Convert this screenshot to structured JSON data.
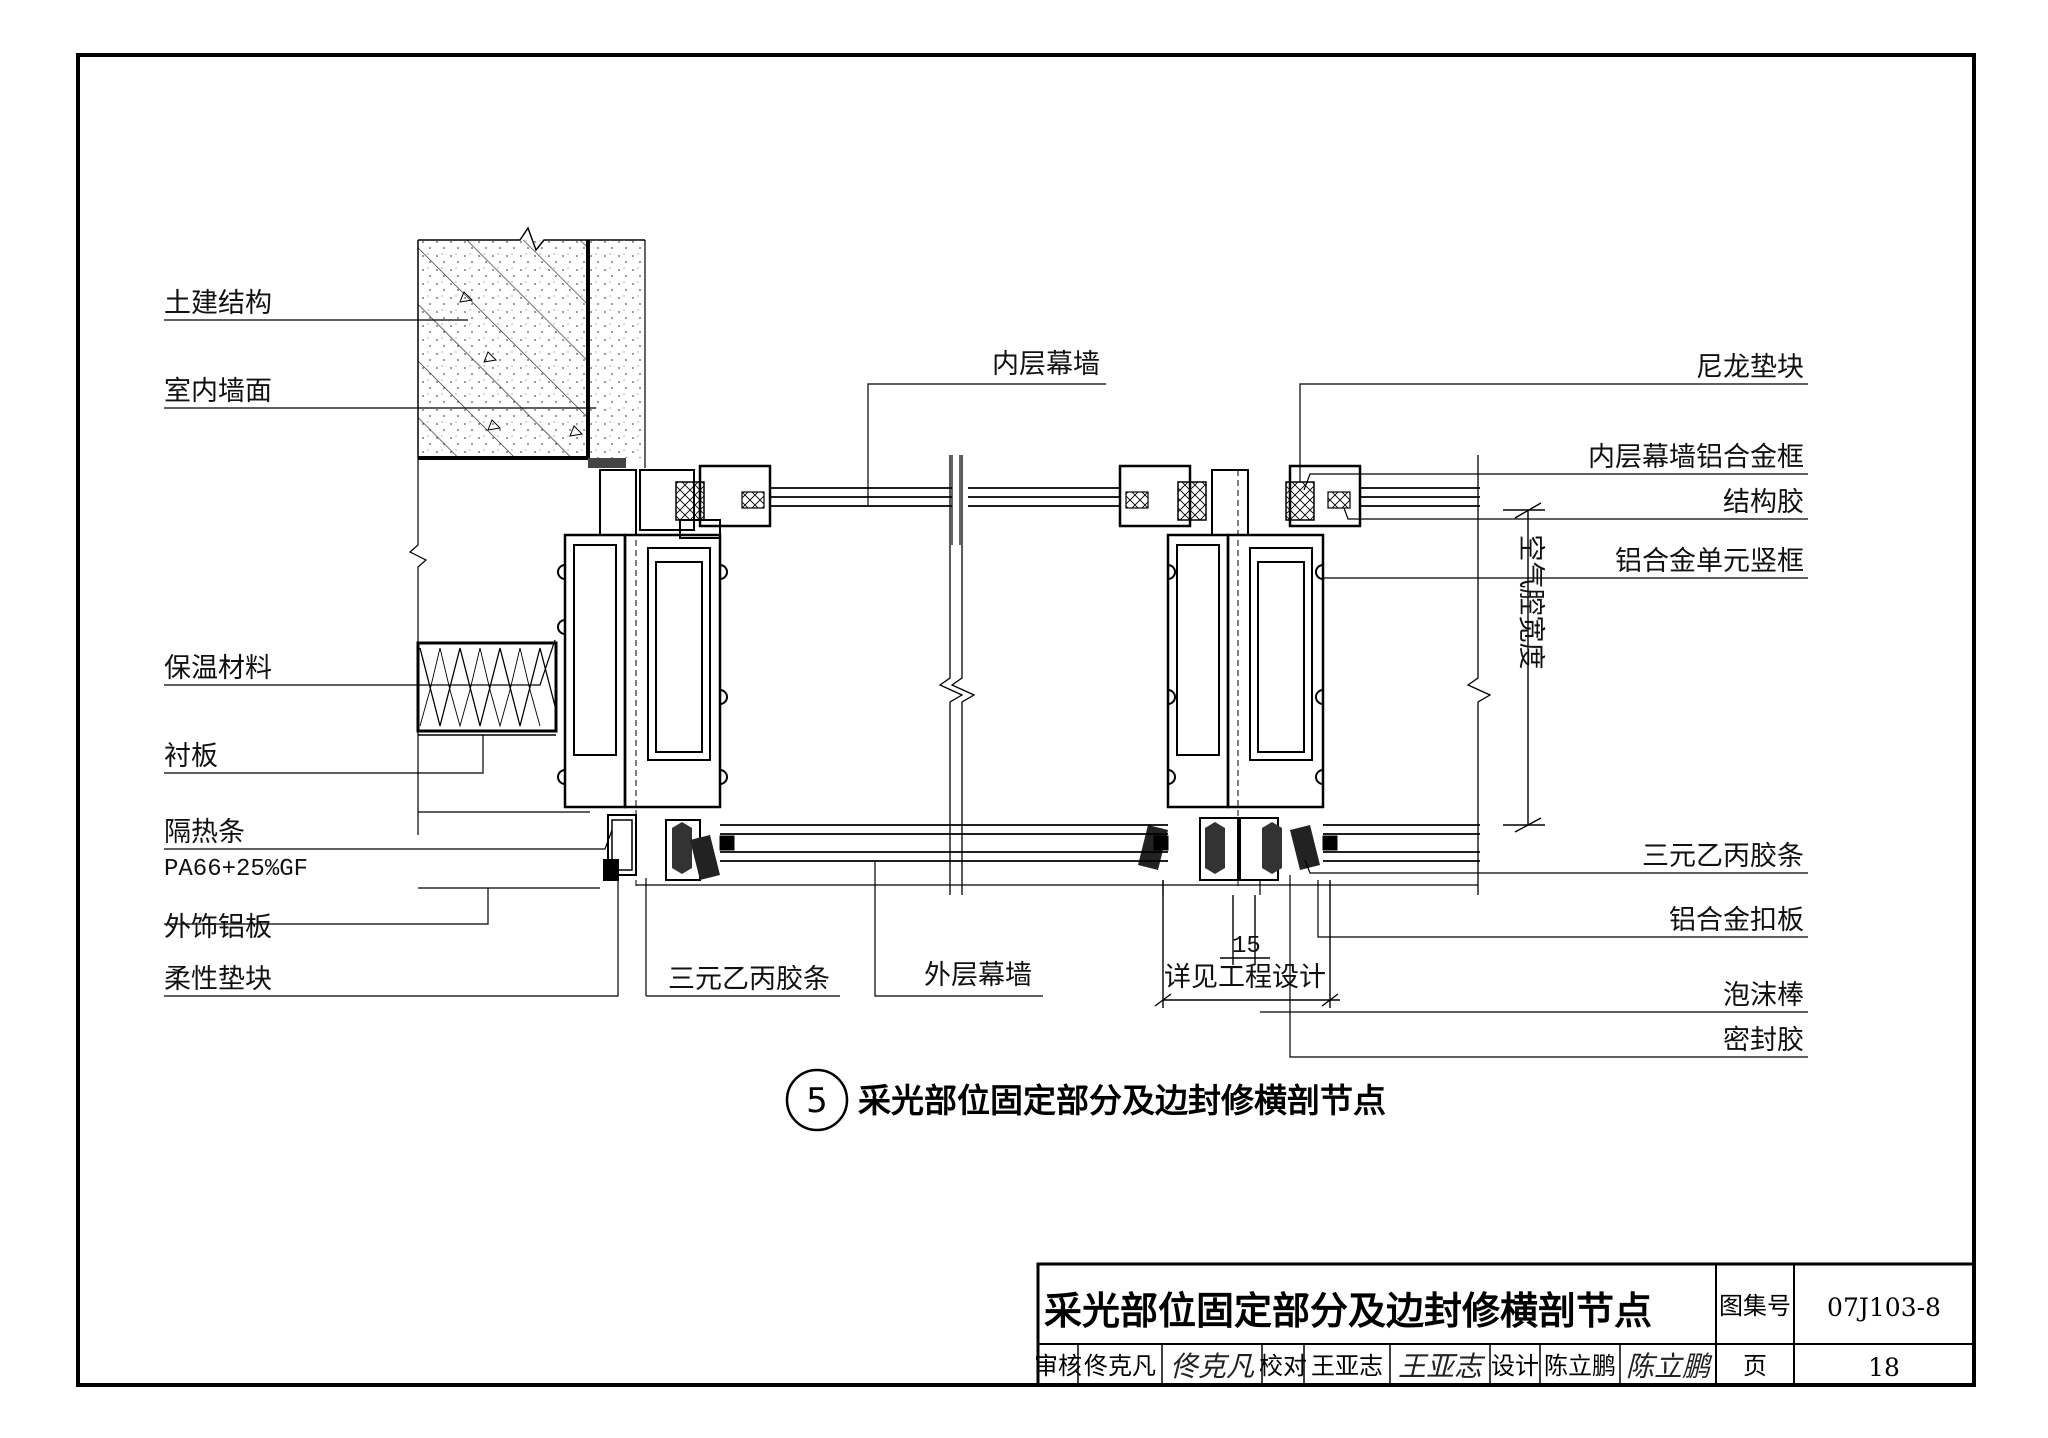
{
  "drawing": {
    "title_number": "5",
    "title": "采光部位固定部分及边封修横剖节点",
    "labels_left": [
      "土建结构",
      "室内墙面",
      "保温材料",
      "衬板",
      "隔热条",
      "PA66+25%GF",
      "外饰铝板",
      "柔性垫块"
    ],
    "labels_bottom": [
      "三元乙丙胶条",
      "外层幕墙",
      "详见工程设计"
    ],
    "label_inner_wall": "内层幕墙",
    "labels_right": [
      "尼龙垫块",
      "内层幕墙铝合金框",
      "结构胶",
      "铝合金单元竖框",
      "三元乙丙胶条",
      "铝合金扣板",
      "泡沫棒",
      "密封胶"
    ],
    "vertical_dim_label": "空气腔宽度",
    "dim_15": "15"
  },
  "title_block": {
    "title": "采光部位固定部分及边封修横剖节点",
    "atlas_label": "图集号",
    "atlas_number": "07J103-8",
    "review_label": "审核",
    "reviewer": "佟克凡",
    "reviewer_sig": "佟克凡",
    "check_label": "校对",
    "checker": "王亚志",
    "checker_sig": "王亚志",
    "design_label": "设计",
    "designer": "陈立鹏",
    "designer_sig": "陈立鹏",
    "page_label": "页",
    "page_number": "18"
  }
}
